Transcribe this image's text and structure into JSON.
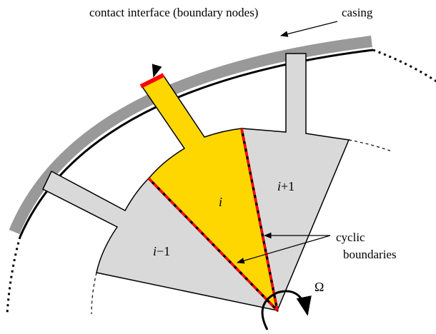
{
  "labels": {
    "contact_interface": "contact interface (boundary nodes)",
    "casing": "casing",
    "sector_i": "i",
    "sector_i_plus_1_var": "i",
    "sector_i_plus_1_rest": "+1",
    "sector_i_minus_1_var": "i",
    "sector_i_minus_1_rest": "−1",
    "cyclic_line1": "cyclic",
    "cyclic_line2": "boundaries",
    "omega": "Ω"
  },
  "colors": {
    "sector_fill": "#d9d9d9",
    "highlight_sector": "#ffd700",
    "cyclic_boundary": "#ff0000",
    "contact_interface": "#ff0000",
    "casing_band": "#999999",
    "outline": "#000000"
  }
}
